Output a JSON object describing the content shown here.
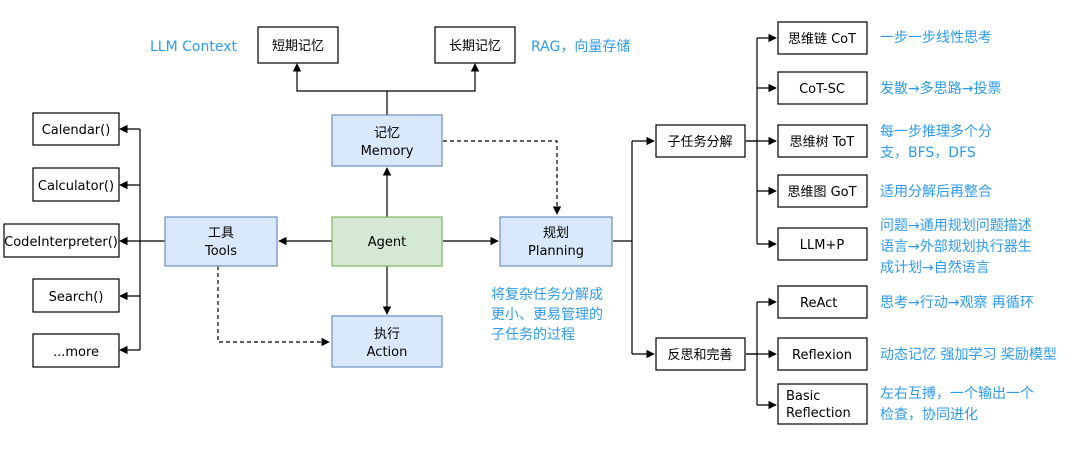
{
  "colors": {
    "blue_fill": "#dae8fc",
    "blue_stroke": "#6c8ebf",
    "green_fill": "#d5e8d4",
    "green_stroke": "#82b366",
    "annotation_text": "#2f9bea"
  },
  "nodes": {
    "short_term_memory": "短期记忆",
    "long_term_memory": "长期记忆",
    "memory": [
      "记忆",
      "Memory"
    ],
    "tools": [
      "工具",
      "Tools"
    ],
    "agent": "Agent",
    "planning": [
      "规划",
      "Planning"
    ],
    "action": [
      "执行",
      "Action"
    ],
    "calendar": "Calendar()",
    "calculator": "Calculator()",
    "code_interpreter": "CodeInterpreter()",
    "search": "Search()",
    "more": "...more",
    "subtask_decomposition": "子任务分解",
    "reflection_refinement": "反思和完善",
    "cot": "思维链 CoT",
    "cot_sc": "CoT-SC",
    "tot": "思维树 ToT",
    "got": "思维图 GoT",
    "llm_p": "LLM+P",
    "react": "ReAct",
    "reflexion": "Reflexion",
    "basic_reflection": [
      "Basic",
      "Reflection"
    ]
  },
  "annotations": {
    "llm_context": "LLM Context",
    "rag": "RAG，向量存储",
    "planning_note": [
      "将复杂任务分解成",
      "更小、更易管理的",
      "子任务的过程"
    ],
    "cot_note": "一步一步线性思考",
    "cot_sc_note": "发散→多思路→投票",
    "tot_note": [
      "每一步推理多个分",
      "支，BFS，DFS"
    ],
    "got_note": "适用分解后再整合",
    "llm_p_note": [
      "问题→通用规划问题描述",
      "语言→外部规划执行器生",
      "成计划→自然语言"
    ],
    "react_note": "思考→行动→观察 再循环",
    "reflexion_note": "动态记忆 强加学习 奖励模型",
    "basic_reflection_note": [
      "左右互搏，一个输出一个",
      "检查，协同进化"
    ]
  }
}
